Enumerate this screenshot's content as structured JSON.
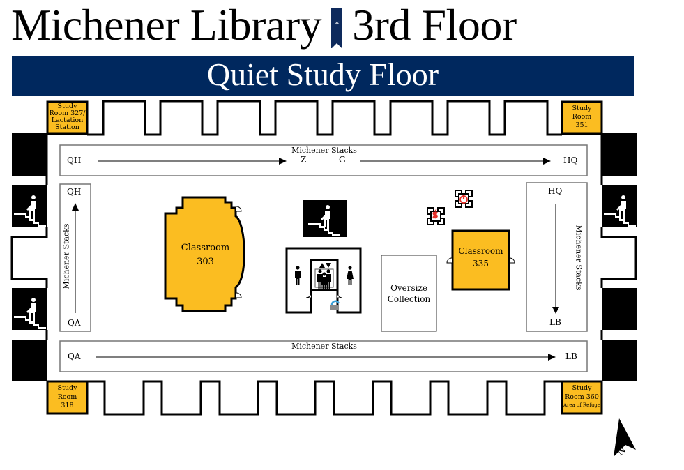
{
  "header": {
    "library": "Michener Library",
    "separator_glyph": "*",
    "floor": "3rd Floor",
    "subtitle": "Quiet Study Floor"
  },
  "colors": {
    "banner": "#00285e",
    "room_fill": "#fbbd21",
    "wall": "#000000",
    "accent_red": "#e8322b"
  },
  "rooms": {
    "study_327": {
      "line1": "Study",
      "line2": "Room 327/",
      "line3": "Lactation",
      "line4": "Station"
    },
    "study_351": {
      "line1": "Study",
      "line2": "Room",
      "line3": "351"
    },
    "study_318": {
      "line1": "Study",
      "line2": "Room",
      "line3": "318"
    },
    "study_360": {
      "line1": "Study",
      "line2": "Room 360",
      "line3": "Area of Refuge"
    },
    "classroom_303": {
      "line1": "Classroom",
      "line2": "303"
    },
    "classroom_335": {
      "line1": "Classroom",
      "line2": "335"
    },
    "oversize": {
      "line1": "Oversize",
      "line2": "Collection"
    }
  },
  "stacks": {
    "top": {
      "title": "Michener Stacks",
      "start": "QH",
      "mid1": "Z",
      "mid2": "G",
      "end": "HQ"
    },
    "bottom": {
      "title": "Michener Stacks",
      "start": "QA",
      "end": "LB"
    },
    "left": {
      "title": "Michener Stacks",
      "top": "QH",
      "bottom": "QA"
    },
    "right": {
      "title": "Michener Stacks",
      "top": "HQ",
      "bottom": "LB"
    }
  },
  "icons": {
    "stairs": "stairs-icon",
    "elevator": "elevator-icon",
    "restroom_men": "men-restroom-icon",
    "restroom_women": "women-restroom-icon",
    "water_fountain": "water-fountain-icon",
    "mac_workstation": "apple-computer-icon",
    "pc_workstation": "power-computer-icon",
    "compass": "north-arrow-icon"
  },
  "compass": {
    "label": "N"
  }
}
